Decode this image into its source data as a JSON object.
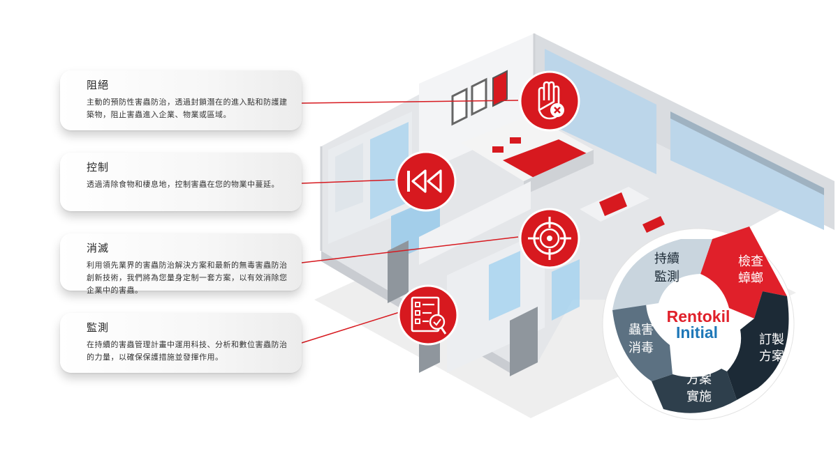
{
  "cards": [
    {
      "title": "阻絕",
      "body": "主動的預防性害蟲防治，透過封鎖潛在的進入點和防護建築物，阻止害蟲進入企業、物業或區域。"
    },
    {
      "title": "控制",
      "body": "透過清除食物和棲息地，控制害蟲在您的物業中蔓延。"
    },
    {
      "title": "消滅",
      "body": "利用領先業界的害蟲防治解決方案和最新的無毒害蟲防治創新技術，我們將為您量身定制一套方案，以有效消除您企業中的害蟲。"
    },
    {
      "title": "監測",
      "body": "在持續的害蟲管理計畫中運用科技、分析和數位害蟲防治的力量，以確保保護措施並發揮作用。"
    }
  ],
  "icons": [
    "stop-hand-icon",
    "rewind-icon",
    "target-icon",
    "checklist-icon"
  ],
  "cycle": {
    "segments": [
      {
        "line1": "檢查",
        "line2": "蟑螂",
        "color": "#e0202a"
      },
      {
        "line1": "訂製",
        "line2": "方案",
        "color": "#1c2a36"
      },
      {
        "line1": "方案",
        "line2": "實施",
        "color": "#2e3f4c"
      },
      {
        "line1": "蟲害",
        "line2": "消毒",
        "color": "#5c7182"
      },
      {
        "line1": "持續",
        "line2": "監測",
        "color": "#c9d5de"
      }
    ],
    "brand_line1": "Rentokil",
    "brand_line2": "Initial"
  },
  "colors": {
    "accent": "#d7191f",
    "brand_red": "#e0202a",
    "brand_blue": "#1f78b8"
  }
}
